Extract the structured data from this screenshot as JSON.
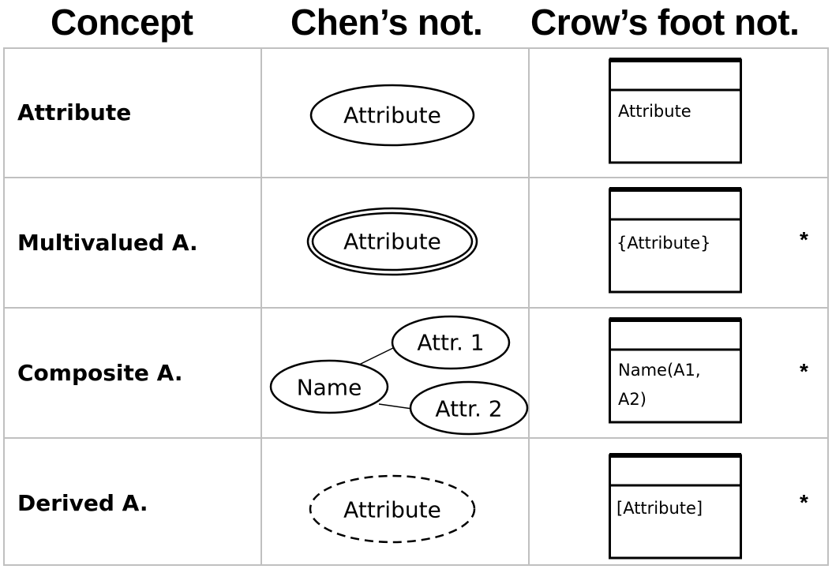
{
  "headers": {
    "concept": "Concept",
    "chen": "Chen’s not.",
    "crow": "Crow’s foot not."
  },
  "rows": [
    {
      "concept": "Attribute",
      "chen_label": "Attribute",
      "crow_label": "Attribute",
      "star": ""
    },
    {
      "concept": "Multivalued A.",
      "chen_label": "Attribute",
      "crow_label": "{Attribute}",
      "star": "*"
    },
    {
      "concept": "Composite A.",
      "chen_name": "Name",
      "chen_attr1": "Attr. 1",
      "chen_attr2": "Attr. 2",
      "crow_line1": "Name(A1,",
      "crow_line2": "A2)",
      "star": "*"
    },
    {
      "concept": "Derived A.",
      "chen_label": "Attribute",
      "crow_label": "[Attribute]",
      "star": "*"
    }
  ]
}
